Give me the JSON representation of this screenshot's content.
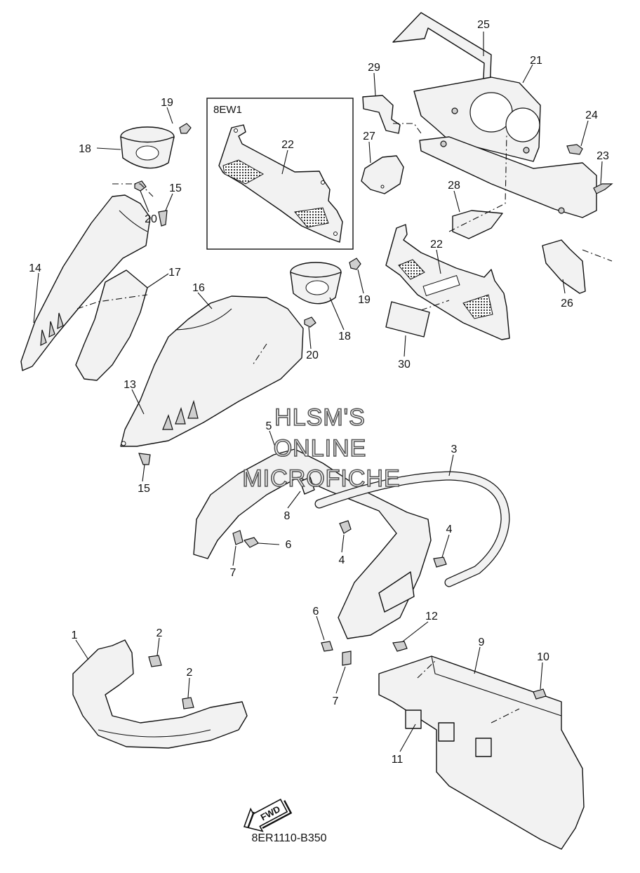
{
  "diagram": {
    "inset_label": "8EW1",
    "drawing_code": "8ER1110-B350",
    "fwd_label": "FWD",
    "watermark": [
      "HLSM'S",
      "ONLINE",
      "MICROFICHE"
    ],
    "callouts": [
      {
        "id": "c25",
        "label": "25"
      },
      {
        "id": "c21",
        "label": "21"
      },
      {
        "id": "c29",
        "label": "29"
      },
      {
        "id": "c24",
        "label": "24"
      },
      {
        "id": "c23",
        "label": "23"
      },
      {
        "id": "c27",
        "label": "27"
      },
      {
        "id": "c28",
        "label": "28"
      },
      {
        "id": "c22a",
        "label": "22"
      },
      {
        "id": "c22b",
        "label": "22"
      },
      {
        "id": "c26",
        "label": "26"
      },
      {
        "id": "c30",
        "label": "30"
      },
      {
        "id": "c19a",
        "label": "19"
      },
      {
        "id": "c18a",
        "label": "18"
      },
      {
        "id": "c15a",
        "label": "15"
      },
      {
        "id": "c20a",
        "label": "20"
      },
      {
        "id": "c14",
        "label": "14"
      },
      {
        "id": "c17",
        "label": "17"
      },
      {
        "id": "c16",
        "label": "16"
      },
      {
        "id": "c19b",
        "label": "19"
      },
      {
        "id": "c18b",
        "label": "18"
      },
      {
        "id": "c20b",
        "label": "20"
      },
      {
        "id": "c13",
        "label": "13"
      },
      {
        "id": "c15b",
        "label": "15"
      },
      {
        "id": "c5",
        "label": "5"
      },
      {
        "id": "c3",
        "label": "3"
      },
      {
        "id": "c8",
        "label": "8"
      },
      {
        "id": "c6a",
        "label": "6"
      },
      {
        "id": "c7a",
        "label": "7"
      },
      {
        "id": "c4a",
        "label": "4"
      },
      {
        "id": "c4b",
        "label": "4"
      },
      {
        "id": "c6b",
        "label": "6"
      },
      {
        "id": "c12",
        "label": "12"
      },
      {
        "id": "c9",
        "label": "9"
      },
      {
        "id": "c10",
        "label": "10"
      },
      {
        "id": "c1",
        "label": "1"
      },
      {
        "id": "c2a",
        "label": "2"
      },
      {
        "id": "c2b",
        "label": "2"
      },
      {
        "id": "c7b",
        "label": "7"
      },
      {
        "id": "c11",
        "label": "11"
      }
    ]
  }
}
